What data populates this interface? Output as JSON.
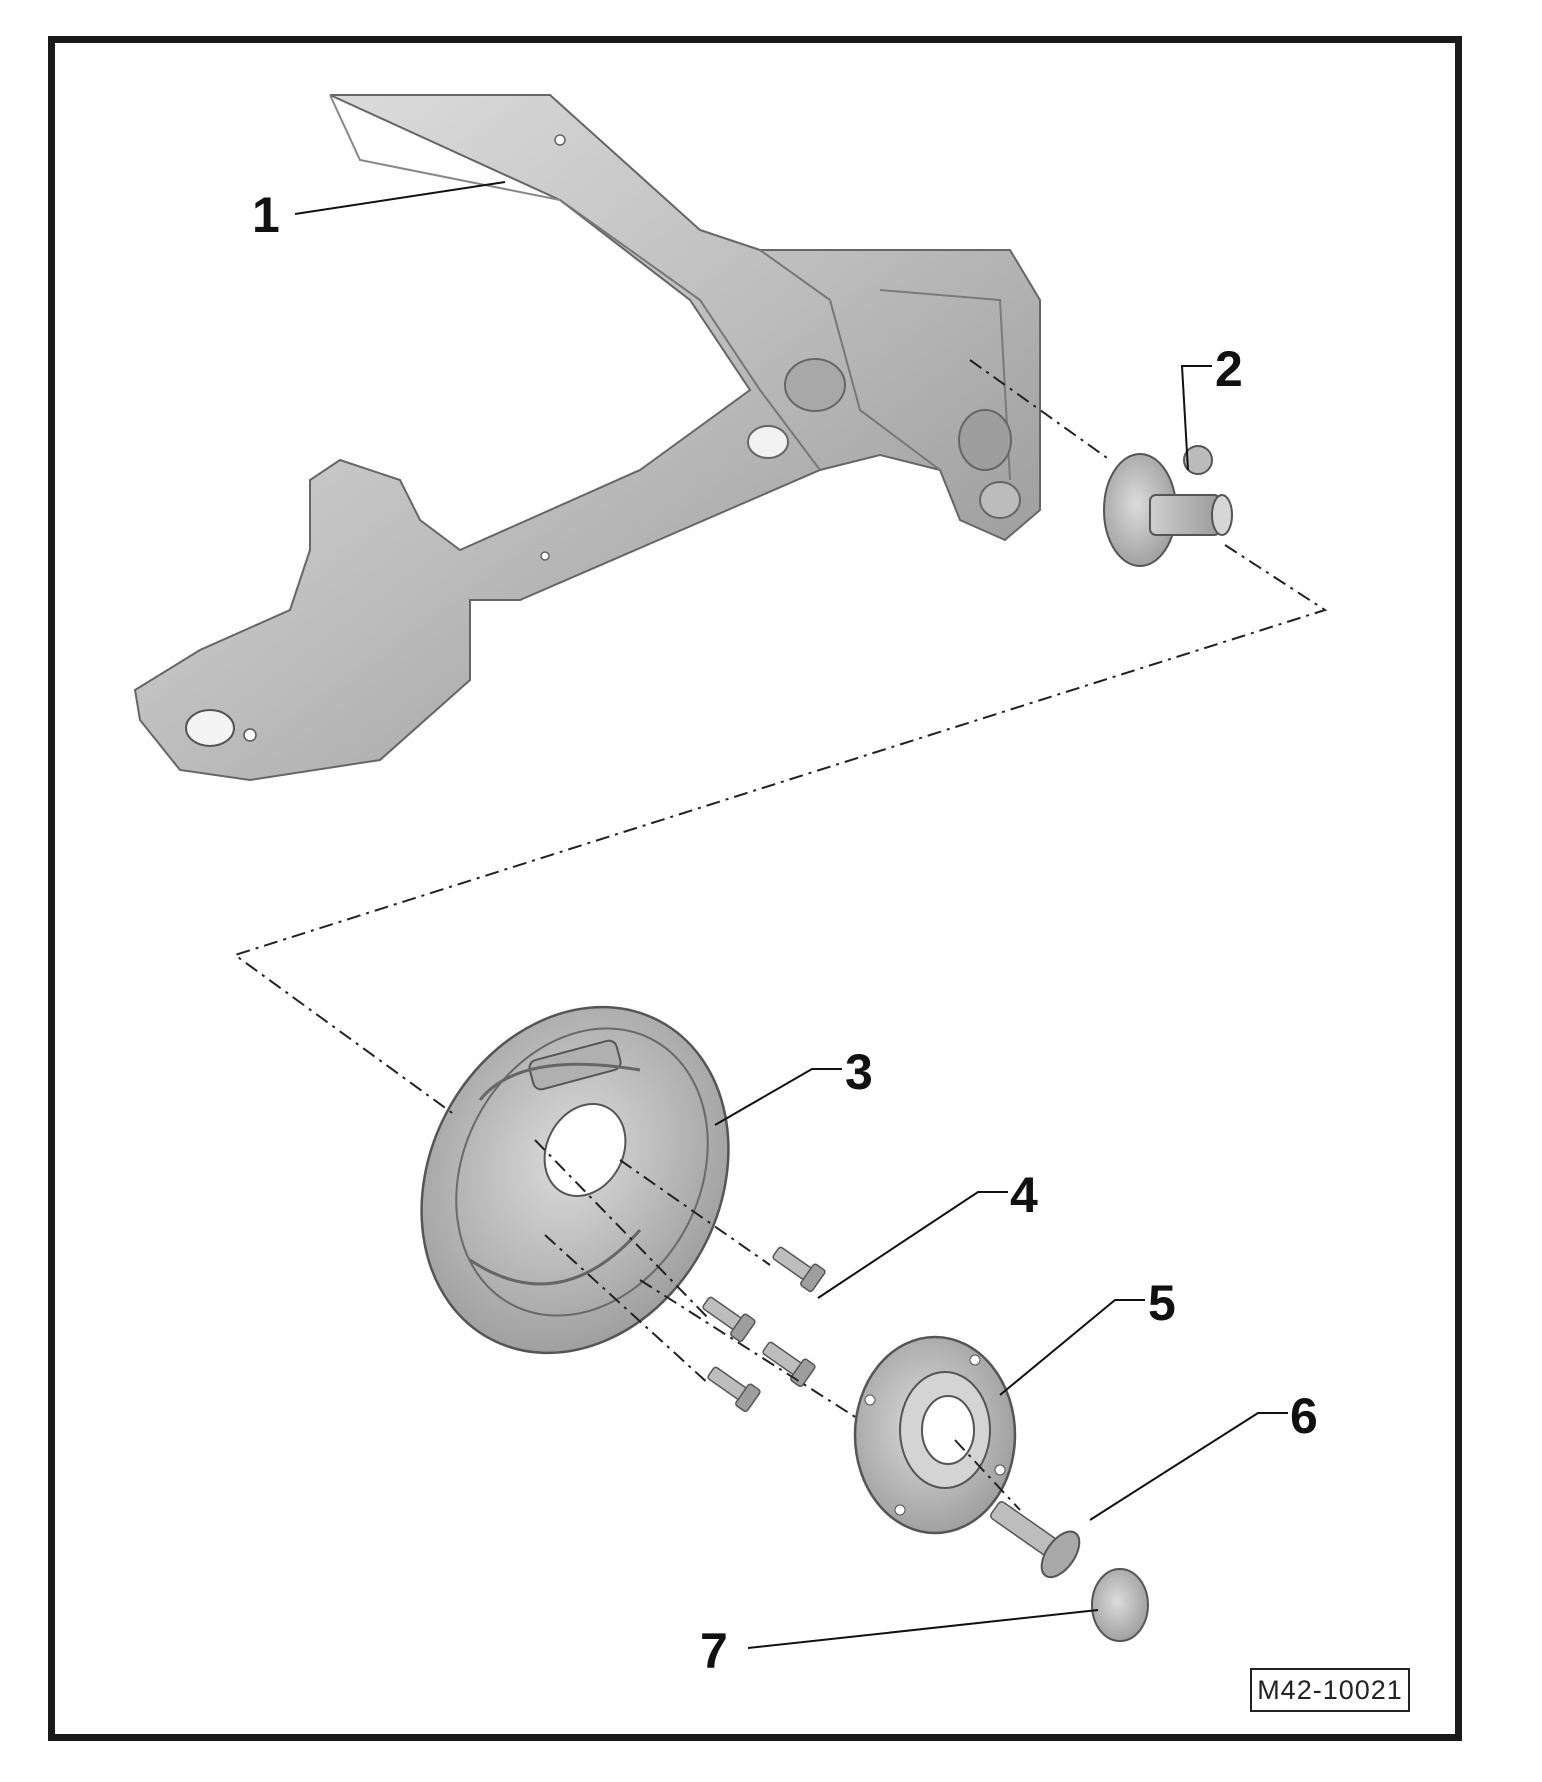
{
  "callouts": [
    {
      "id": 1,
      "label": "1"
    },
    {
      "id": 2,
      "label": "2"
    },
    {
      "id": 3,
      "label": "3"
    },
    {
      "id": 4,
      "label": "4"
    },
    {
      "id": 5,
      "label": "5"
    },
    {
      "id": 6,
      "label": "6"
    },
    {
      "id": 7,
      "label": "7"
    }
  ],
  "figure_ref": "M42-10021"
}
